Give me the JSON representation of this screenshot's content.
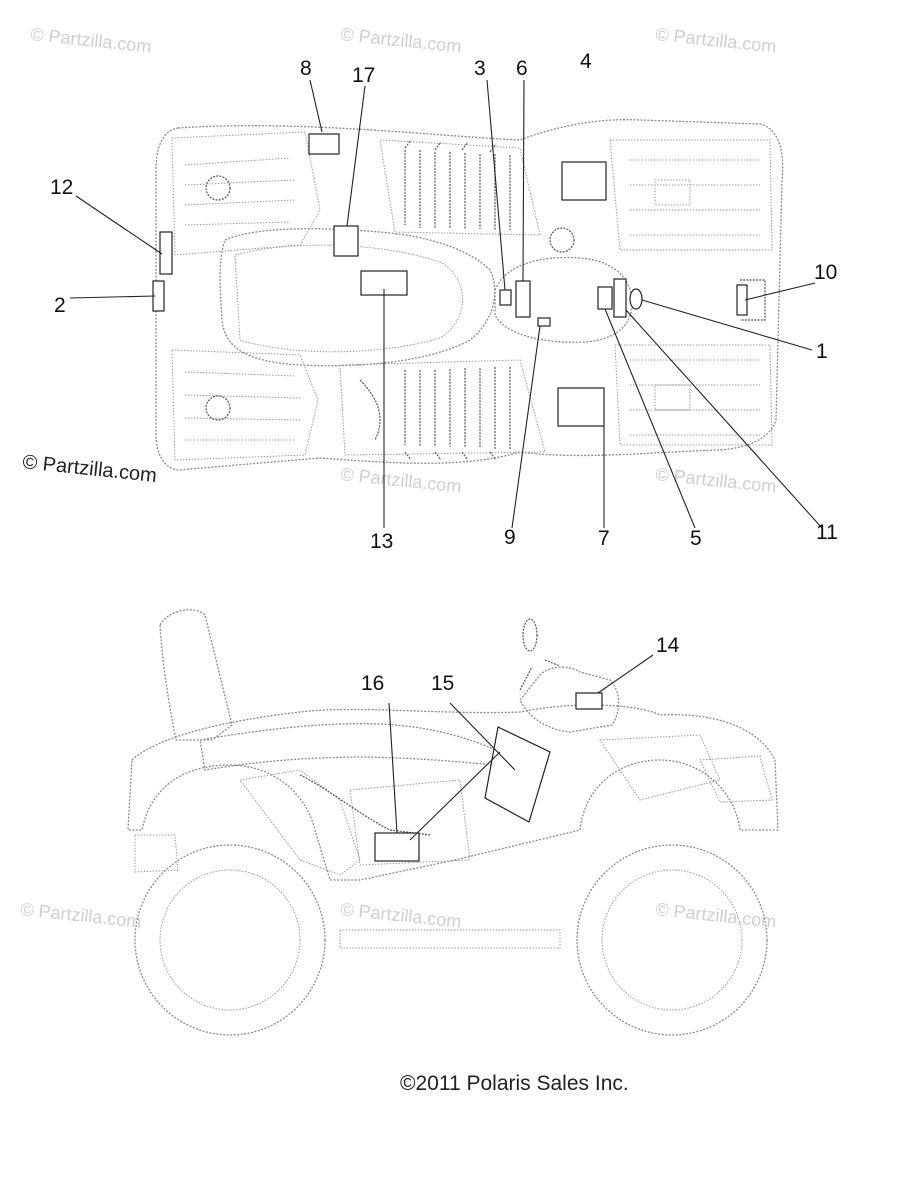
{
  "watermark": "© Partzilla.com",
  "watermark_side": "© Partzilla.com",
  "copyright": "©2011 Polaris Sales Inc.",
  "callouts": {
    "c1": "1",
    "c2": "2",
    "c3": "3",
    "c4": "4",
    "c5": "5",
    "c6": "6",
    "c7": "7",
    "c8": "8",
    "c9": "9",
    "c10": "10",
    "c11": "11",
    "c12": "12",
    "c13": "13",
    "c14": "14",
    "c15": "15",
    "c16": "16",
    "c17": "17"
  }
}
